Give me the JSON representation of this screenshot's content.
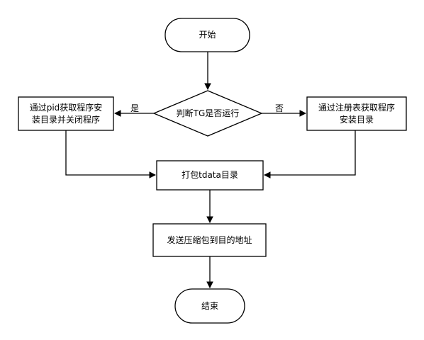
{
  "nodes": {
    "start": {
      "label": "开始",
      "shape": "terminator"
    },
    "decision": {
      "label": "判断TG是否运行",
      "shape": "decision"
    },
    "left_process": {
      "label": "通过pid获取程序安\n装目录并关闭程序",
      "shape": "process"
    },
    "right_process": {
      "label": "通过注册表获取程序\n安装目录",
      "shape": "process"
    },
    "package": {
      "label": "打包tdata目录",
      "shape": "process"
    },
    "send": {
      "label": "发送压缩包到目的地址",
      "shape": "process"
    },
    "end": {
      "label": "结束",
      "shape": "terminator"
    }
  },
  "edges": {
    "yes_label": "是",
    "no_label": "否"
  },
  "colors": {
    "stroke": "#000000",
    "fill": "#ffffff",
    "text": "#000000"
  }
}
